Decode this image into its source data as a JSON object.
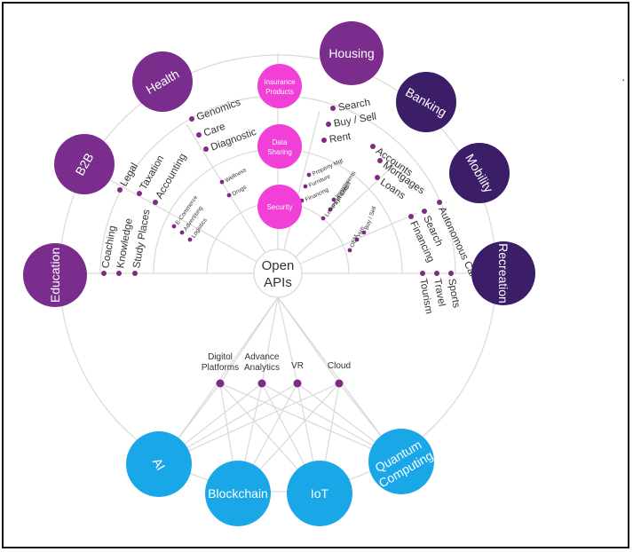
{
  "center": {
    "line1": "Open",
    "line2": "APIs"
  },
  "colors": {
    "purple": "#7a2d8c",
    "navy": "#3b1d68",
    "pink": "#f23fd8",
    "blue": "#1aa7e8",
    "dot": "#7e2a86",
    "line": "#d9d9d9"
  },
  "sectors": [
    {
      "name": "Education",
      "items": [
        "Coaching",
        "Knowledge",
        "Study Places"
      ]
    },
    {
      "name": "B2B",
      "items": [
        "Legal",
        "Taxation",
        "Accounting"
      ]
    },
    {
      "name": "Health",
      "items": [
        "Genomics",
        "Care",
        "Diagnostic"
      ]
    },
    {
      "name": "Housing",
      "items": [
        "Search",
        "Buy / Sell",
        "Rent"
      ]
    },
    {
      "name": "Banking",
      "items": [
        "Accounts",
        "Mortgages",
        "Loans"
      ]
    },
    {
      "name": "Mobility",
      "items": [
        "Autonomous Car",
        "Search",
        "Financing"
      ]
    },
    {
      "name": "Recreation",
      "items": [
        "Sports",
        "Travel",
        "Tourism"
      ]
    }
  ],
  "inner_small": [
    "E-Commerce",
    "Advertising",
    "Logistics",
    "Wellness",
    "Drugs",
    "Property Mgt",
    "Furniture",
    "Financing",
    "Investments",
    "Payments",
    "Letters of Credit",
    "Buy / Sell",
    "Hire",
    "OEM"
  ],
  "pink_nodes": [
    {
      "line1": "Insurance",
      "line2": "Products"
    },
    {
      "line1": "Data",
      "line2": "Sharing"
    },
    {
      "line1": "Security",
      "line2": ""
    }
  ],
  "enablers": [
    {
      "line1": "Digitol",
      "line2": "Platforms"
    },
    {
      "line1": "Advance",
      "line2": "Analytics"
    },
    {
      "line1": "VR",
      "line2": ""
    },
    {
      "line1": "Cloud",
      "line2": ""
    }
  ],
  "technologies": [
    {
      "line1": "AI",
      "line2": ""
    },
    {
      "line1": "Blockchain",
      "line2": ""
    },
    {
      "line1": "IoT",
      "line2": ""
    },
    {
      "line1": "Quantum",
      "line2": "Computing"
    }
  ]
}
